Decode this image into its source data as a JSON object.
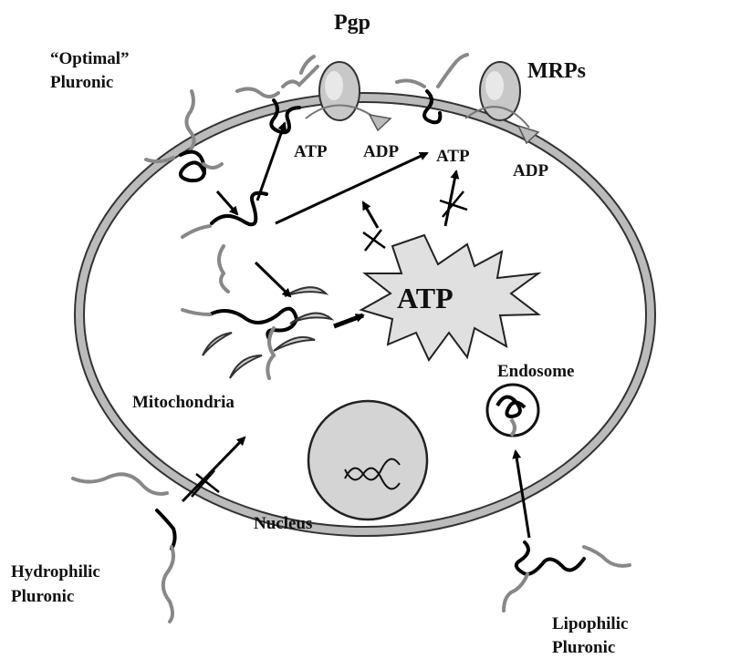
{
  "labels": {
    "pgp": "Pgp",
    "mrps": "MRPs",
    "optimal_line1": "“Optimal”",
    "optimal_line2": "Pluronic",
    "atp_pgp": "ATP",
    "adp_pgp": "ADP",
    "atp_mrp": "ATP",
    "adp_mrp": "ADP",
    "atp_center": "ATP",
    "mitochondria": "Mitochondria",
    "endosome": "Endosome",
    "nucleus": "Nucleus",
    "hydrophilic_line1": "Hydrophilic",
    "hydrophilic_line2": "Pluronic",
    "lipophilic_line1": "Lipophilic",
    "lipophilic_line2": "Pluronic"
  },
  "colors": {
    "membrane": "#555555",
    "membrane_fill": "#ffffff",
    "transporter": "#c8c8c8",
    "pluronic_hydrophobic": "#000000",
    "pluronic_hydrophilic": "#888888",
    "atp_burst": "#e0e0e0",
    "nucleus": "#d4d4d4"
  }
}
